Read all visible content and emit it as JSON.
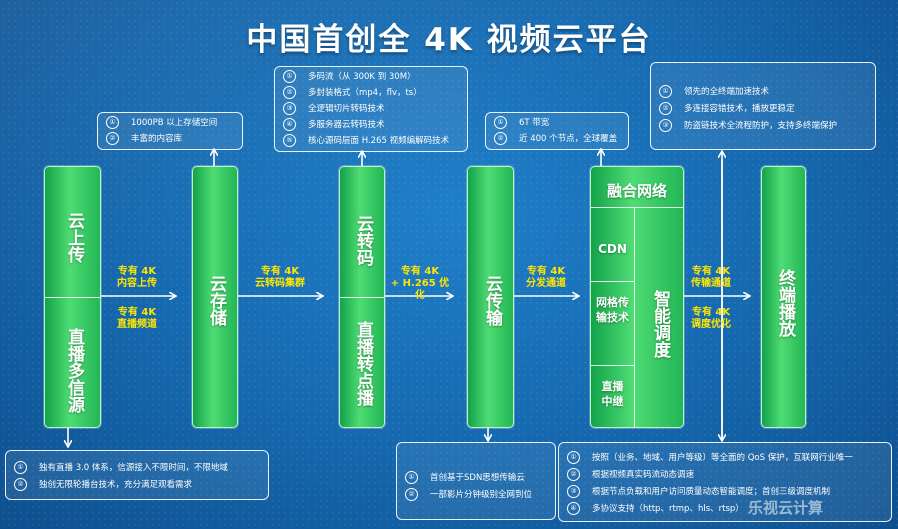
{
  "title": "中国首创全 4K 视频云平台",
  "columns": {
    "upload_top": "云上传",
    "upload_bottom": "直播多信源",
    "storage": "云存储",
    "transcode_top": "云转码",
    "transcode_bottom": "直播转点播",
    "transmission": "云传输",
    "fusion_header": "融合网络",
    "fusion_cdn": "CDN",
    "fusion_grid": "网格传输技术",
    "fusion_relay": "直播中继",
    "fusion_sched": "智能调度",
    "playback": "终端播放"
  },
  "arrow_labels": {
    "a1_top": [
      "专有 4K",
      "内容上传"
    ],
    "a1_bottom": [
      "专有 4K",
      "直播频道"
    ],
    "a2": [
      "专有 4K",
      "云转码集群"
    ],
    "a3": [
      "专有 4K",
      "+ H.265 优化"
    ],
    "a4": [
      "专有 4K",
      "分发通道"
    ],
    "a5_top": [
      "专有 4K",
      "传输通道"
    ],
    "a5_bottom": [
      "专有 4K",
      "调度优化"
    ]
  },
  "boxes": {
    "storage": {
      "nums": [
        "①",
        "②"
      ],
      "lines": [
        "1000PB 以上存储空间",
        "丰富的内容库"
      ]
    },
    "transcode": {
      "nums": [
        "①",
        "②",
        "③",
        "④",
        "⑤"
      ],
      "lines": [
        "多码流（从 300K 到 30M）",
        "多封装格式（mp4，flv，ts）",
        "全逻辑切片转码技术",
        "多服务器云转码技术",
        "核心源码层面 H.265 视频编解码技术"
      ]
    },
    "bandwidth": {
      "nums": [
        "①",
        "②"
      ],
      "lines": [
        "6T 带宽",
        "近 400 个节点，全球覆盖"
      ]
    },
    "accel": {
      "nums": [
        "①",
        "②",
        "③"
      ],
      "lines": [
        "领先的全终端加速技术",
        "多连接容错技术，播放更稳定",
        "防盗链技术全流程防护，支持多终端保护"
      ]
    },
    "live": {
      "nums": [
        "①",
        "②"
      ],
      "lines": [
        "独有直播 3.0 体系，信源接入不限时间，不限地域",
        "独创无限轮播台技术，充分满足观看需求"
      ]
    },
    "sdn": {
      "nums": [
        "①",
        "②"
      ],
      "lines": [
        "首创基于SDN思想传输云",
        "一部影片分钟级别全网到位"
      ]
    },
    "qos": {
      "nums": [
        "①",
        "②",
        "③",
        "④"
      ],
      "lines": [
        "按照（业务、地域、用户等级）等全面的 QoS 保护，互联网行业唯一",
        "根据视频真实码流动态调速",
        "根据节点负载和用户访问质量动态智能调度；首创三级调度机制",
        "多协议支持（http、rtmp、hls、rtsp）"
      ]
    }
  },
  "watermark": "乐视云计算"
}
